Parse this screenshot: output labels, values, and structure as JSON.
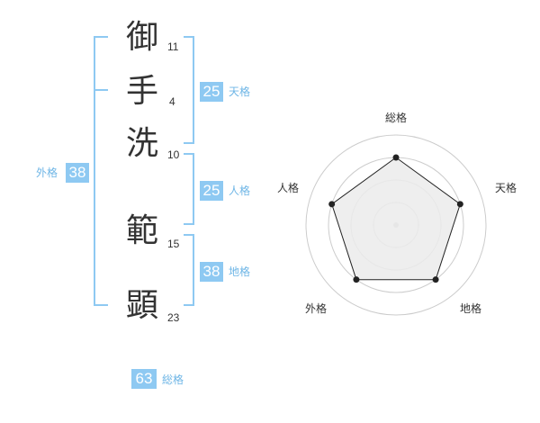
{
  "name_chars": [
    {
      "char": "御",
      "strokes": "11"
    },
    {
      "char": "手",
      "strokes": "4"
    },
    {
      "char": "洗",
      "strokes": "10"
    },
    {
      "char": "範",
      "strokes": "15"
    },
    {
      "char": "顕",
      "strokes": "23"
    }
  ],
  "kakusu": {
    "tenkaku": {
      "value": "25",
      "label": "天格"
    },
    "jinkaku": {
      "value": "25",
      "label": "人格"
    },
    "chikaku": {
      "value": "38",
      "label": "地格"
    },
    "gaikaku": {
      "value": "38",
      "label": "外格"
    },
    "soukaku": {
      "value": "63",
      "label": "総格"
    }
  },
  "chart_data": {
    "type": "radar",
    "axes": [
      "総格",
      "天格",
      "地格",
      "外格",
      "人格"
    ],
    "values": [
      0.75,
      0.75,
      0.75,
      0.75,
      0.75
    ],
    "rings": 4,
    "colors": {
      "fill": "#ebebeb",
      "line": "#222222",
      "grid": "#cccccc",
      "accent": "#8ec9f2"
    }
  }
}
